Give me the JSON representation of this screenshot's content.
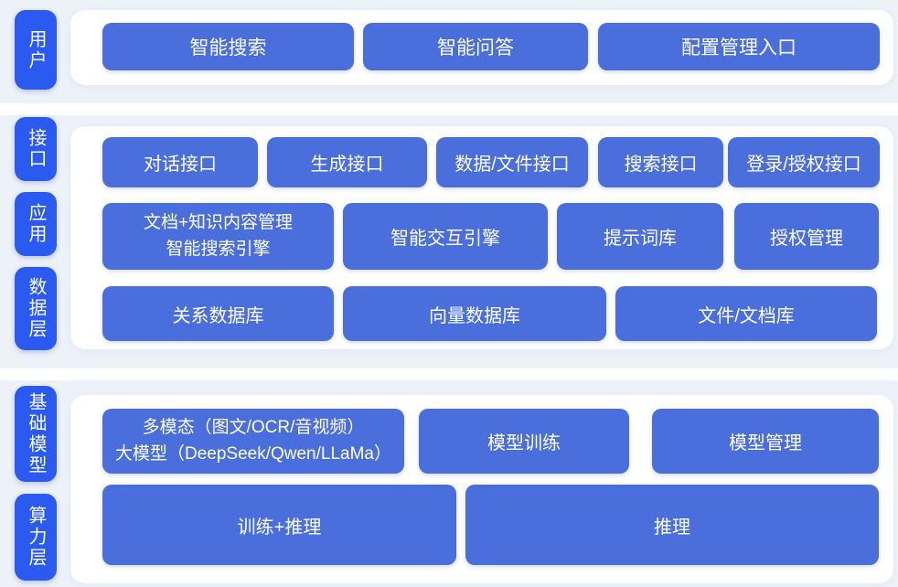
{
  "colors": {
    "pill_blue": "#2b5af0",
    "button_blue": "#4a6fdc",
    "band_bg": "#edf1f8",
    "panel_bg": "#ffffff",
    "text": "#ffffff"
  },
  "sections": [
    {
      "pills": [
        {
          "label": "用户"
        }
      ],
      "rows": [
        {
          "buttons": [
            {
              "label": "智能搜索"
            },
            {
              "label": "智能问答"
            },
            {
              "label": "配置管理入口"
            }
          ]
        }
      ]
    },
    {
      "pills": [
        {
          "label": "接口"
        },
        {
          "label": "应用"
        },
        {
          "label": "数据层"
        }
      ],
      "rows": [
        {
          "buttons": [
            {
              "label": "对话接口"
            },
            {
              "label": "生成接口"
            },
            {
              "label": "数据/文件接口"
            },
            {
              "label": "搜索接口"
            },
            {
              "label": "登录/授权接口"
            }
          ]
        },
        {
          "buttons": [
            {
              "label1": "文档+知识内容管理",
              "label2": "智能搜索引擎"
            },
            {
              "label": "智能交互引擎"
            },
            {
              "label": "提示词库"
            },
            {
              "label": "授权管理"
            }
          ]
        },
        {
          "buttons": [
            {
              "label": "关系数据库"
            },
            {
              "label": "向量数据库"
            },
            {
              "label": "文件/文档库"
            }
          ]
        }
      ]
    },
    {
      "pills": [
        {
          "label": "基础模型"
        },
        {
          "label": "算力层"
        }
      ],
      "rows": [
        {
          "buttons": [
            {
              "label1": "多模态（图文/OCR/音视频）",
              "label2": "大模型（DeepSeek/Qwen/LLaMa）"
            },
            {
              "label": "模型训练"
            },
            {
              "label": "模型管理"
            }
          ]
        },
        {
          "buttons": [
            {
              "label": "训练+推理"
            },
            {
              "label": "推理"
            }
          ]
        }
      ]
    }
  ]
}
